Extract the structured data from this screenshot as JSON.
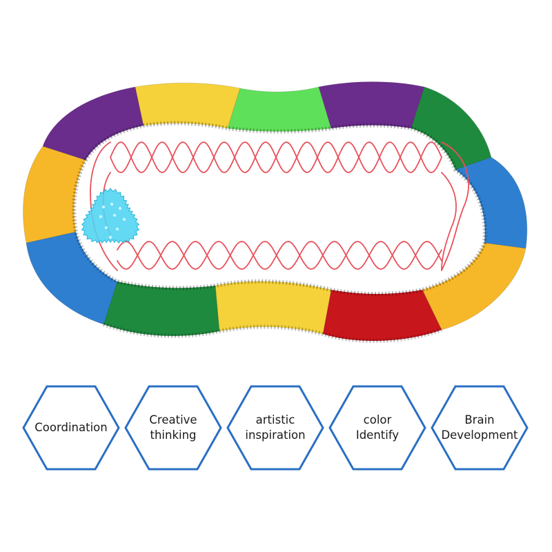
{
  "product": {
    "name": "spirograph-track-toy",
    "icons": {
      "track": "figure-eight-gear-track-icon",
      "gear": "triangle-gear-icon",
      "drawing": "spiral-line-drawing"
    },
    "colors": {
      "purple": "#6a2d8c",
      "yellow": "#f5d23a",
      "lime": "#5fe05a",
      "dark_green": "#1e8a3e",
      "blue": "#2e7fd0",
      "orange_yellow": "#f6b829",
      "red": "#c8161d",
      "gear": "#4fd4f2",
      "drawing_line": "#e8505a",
      "hex_border": "#2a6fc4"
    }
  },
  "features": [
    {
      "lines": [
        "Coordination"
      ]
    },
    {
      "lines": [
        "Creative",
        "thinking"
      ]
    },
    {
      "lines": [
        "artistic",
        "inspiration"
      ]
    },
    {
      "lines": [
        "color",
        "Identify"
      ]
    },
    {
      "lines": [
        "Brain",
        "Development"
      ]
    }
  ]
}
